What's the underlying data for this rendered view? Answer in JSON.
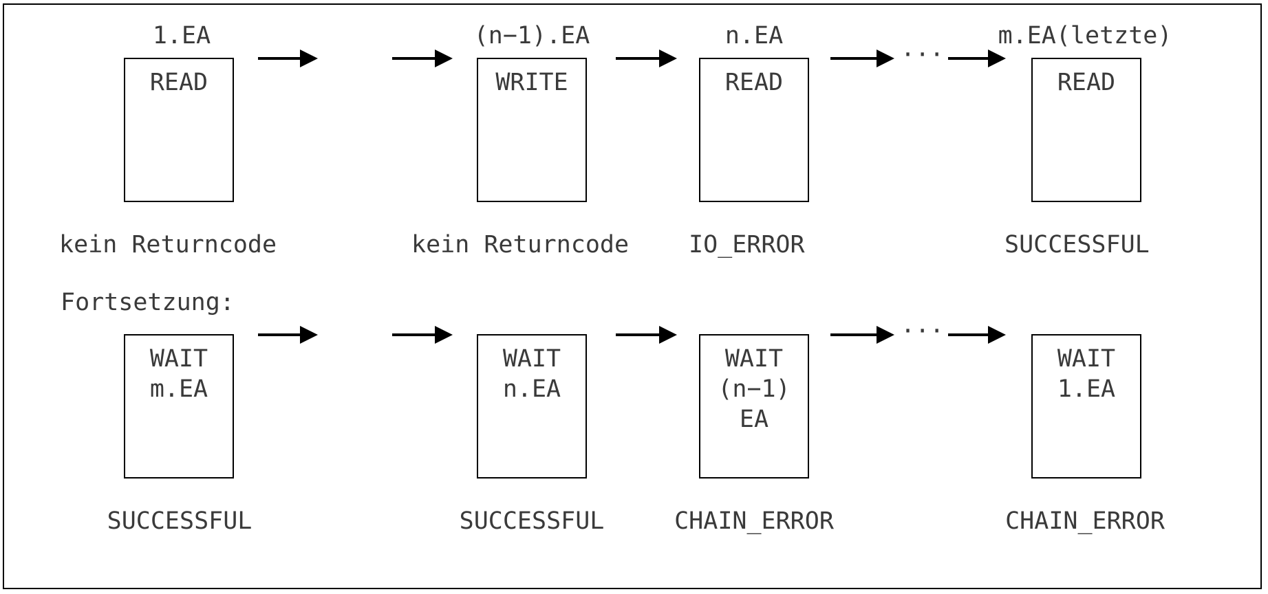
{
  "top_row": [
    {
      "header": "1.EA",
      "op": "READ",
      "result": "kein Returncode"
    },
    {
      "header": "(n−1).EA",
      "op": "WRITE",
      "result": "kein Returncode"
    },
    {
      "header": "n.EA",
      "op": "READ",
      "result": "IO_ERROR"
    },
    {
      "header": "m.EA(letzte)",
      "op": "READ",
      "result": "SUCCESSFUL"
    }
  ],
  "continuation_label": "Fortsetzung:",
  "bottom_row": [
    {
      "op": "WAIT\nm.EA",
      "result": "SUCCESSFUL"
    },
    {
      "op": "WAIT\nn.EA",
      "result": "SUCCESSFUL"
    },
    {
      "op": "WAIT\n(n−1)\nEA",
      "result": "CHAIN_ERROR"
    },
    {
      "op": "WAIT\n1.EA",
      "result": "CHAIN_ERROR"
    }
  ],
  "ellipsis": "···"
}
